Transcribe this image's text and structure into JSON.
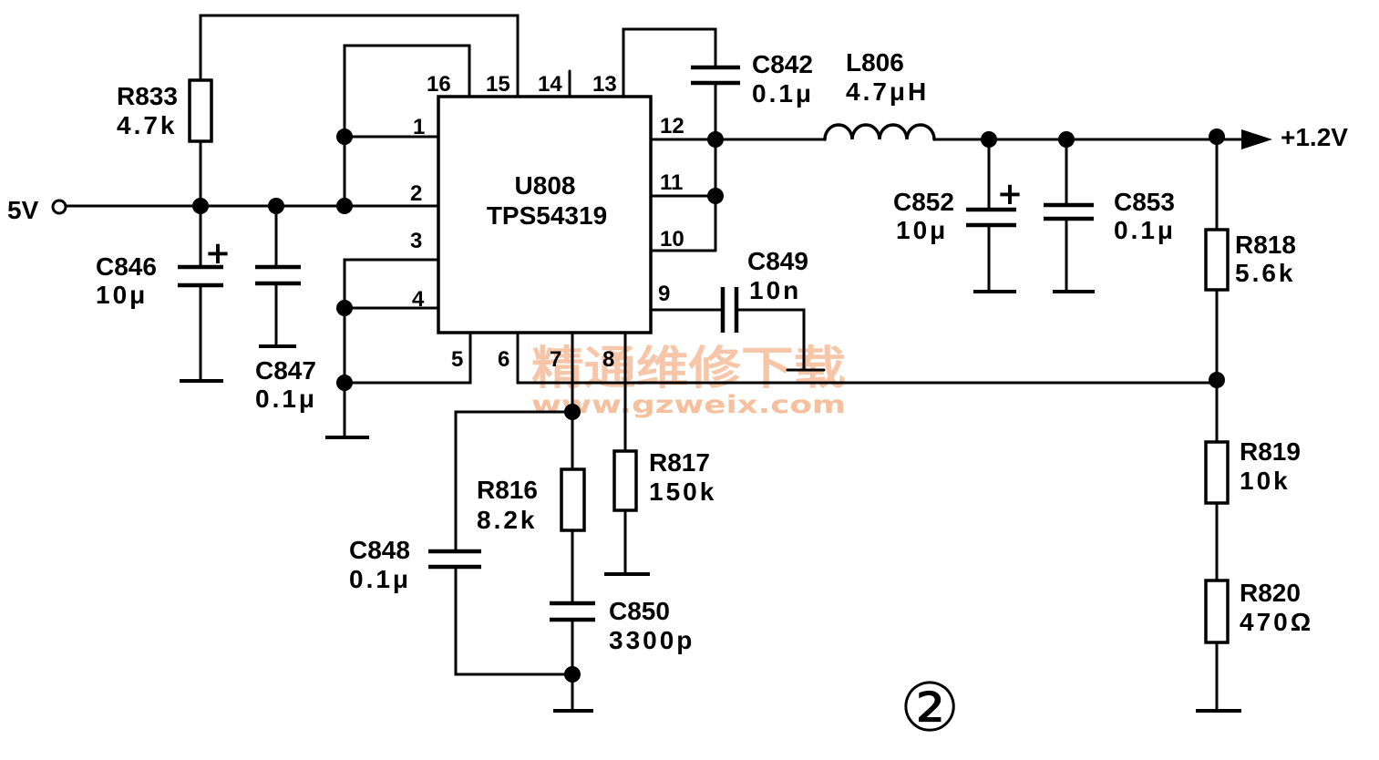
{
  "schematic": {
    "input": {
      "label": "5V"
    },
    "output": {
      "label": "+1.2V"
    },
    "ic": {
      "ref": "U808",
      "part": "TPS54319",
      "pins": [
        "1",
        "2",
        "3",
        "4",
        "5",
        "6",
        "7",
        "8",
        "9",
        "10",
        "11",
        "12",
        "13",
        "14",
        "15",
        "16"
      ]
    },
    "components": {
      "r833": {
        "ref": "R833",
        "value": "4.7k"
      },
      "c846": {
        "ref": "C846",
        "value": "10μ",
        "polarity": "+"
      },
      "c847": {
        "ref": "C847",
        "value": "0.1μ"
      },
      "c842": {
        "ref": "C842",
        "value": "0.1μ"
      },
      "l806": {
        "ref": "L806",
        "value": "4.7μH"
      },
      "c852": {
        "ref": "C852",
        "value": "10μ",
        "polarity": "+"
      },
      "c853": {
        "ref": "C853",
        "value": "0.1μ"
      },
      "c849": {
        "ref": "C849",
        "value": "10n"
      },
      "r818": {
        "ref": "R818",
        "value": "5.6k"
      },
      "r819": {
        "ref": "R819",
        "value": "10k"
      },
      "r820": {
        "ref": "R820",
        "value": "470Ω"
      },
      "r816": {
        "ref": "R816",
        "value": "8.2k"
      },
      "r817": {
        "ref": "R817",
        "value": "150k"
      },
      "c848": {
        "ref": "C848",
        "value": "0.1μ"
      },
      "c850": {
        "ref": "C850",
        "value": "3300p"
      }
    },
    "figure_number": "②"
  },
  "watermark": {
    "title": "精通维修下载",
    "url": "www.gzweix.com"
  },
  "colors": {
    "background": "#ffffff",
    "ink": "#000000",
    "watermark": "#f5b48c"
  }
}
